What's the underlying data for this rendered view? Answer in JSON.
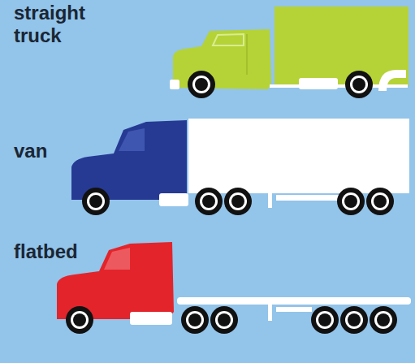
{
  "diagram": {
    "labels": [
      "straight truck",
      "van",
      "flatbed"
    ]
  }
}
